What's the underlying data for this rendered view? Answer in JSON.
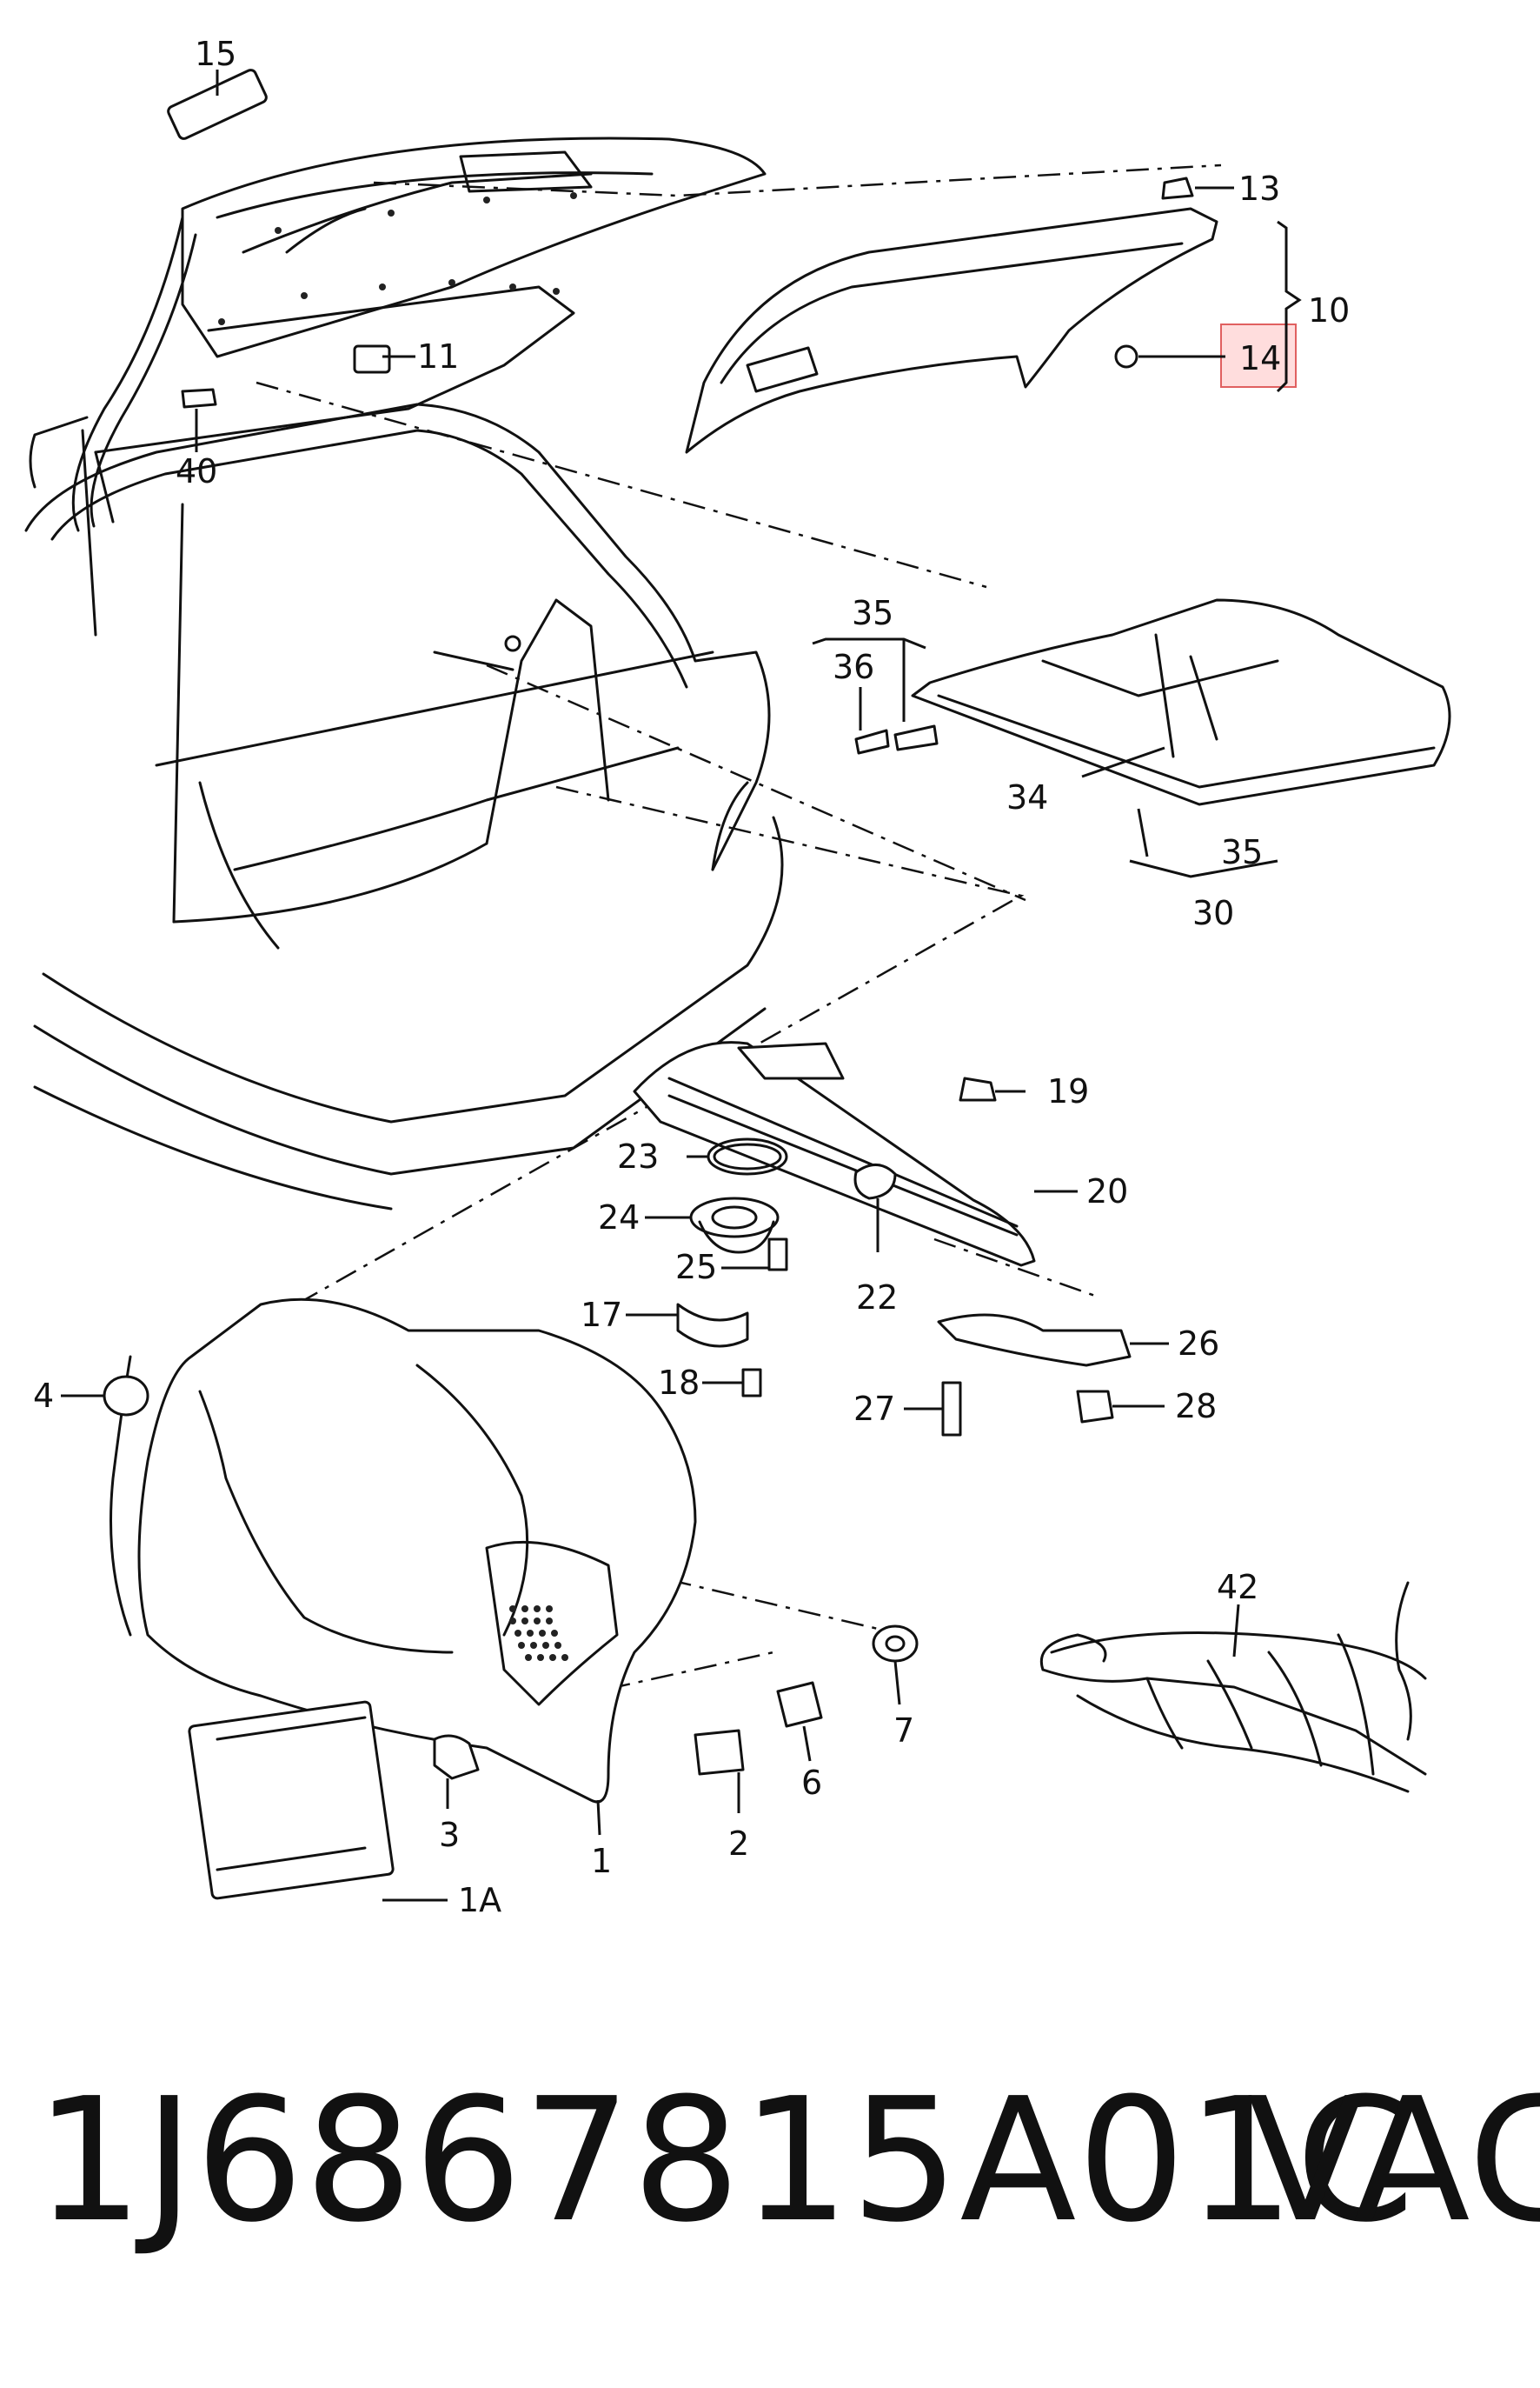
{
  "callouts": {
    "c15": "15",
    "c13": "13",
    "c10": "10",
    "c14": "14",
    "c11": "11",
    "c40": "40",
    "c35a": "35",
    "c36": "36",
    "c34": "34",
    "c35b": "35",
    "c30": "30",
    "c19": "19",
    "c23": "23",
    "c20": "20",
    "c24": "24",
    "c25": "25",
    "c22": "22",
    "c17": "17",
    "c18": "18",
    "c26": "26",
    "c4": "4",
    "c27": "27",
    "c28": "28",
    "c42": "42",
    "c7": "7",
    "c6": "6",
    "c3": "3",
    "c2": "2",
    "c1": "1",
    "c1A": "1A"
  },
  "highlighted_callout": "14",
  "highlight_color": "#e06060",
  "footer": {
    "part_number": "1J6867815A01C",
    "brand": "VAG"
  }
}
